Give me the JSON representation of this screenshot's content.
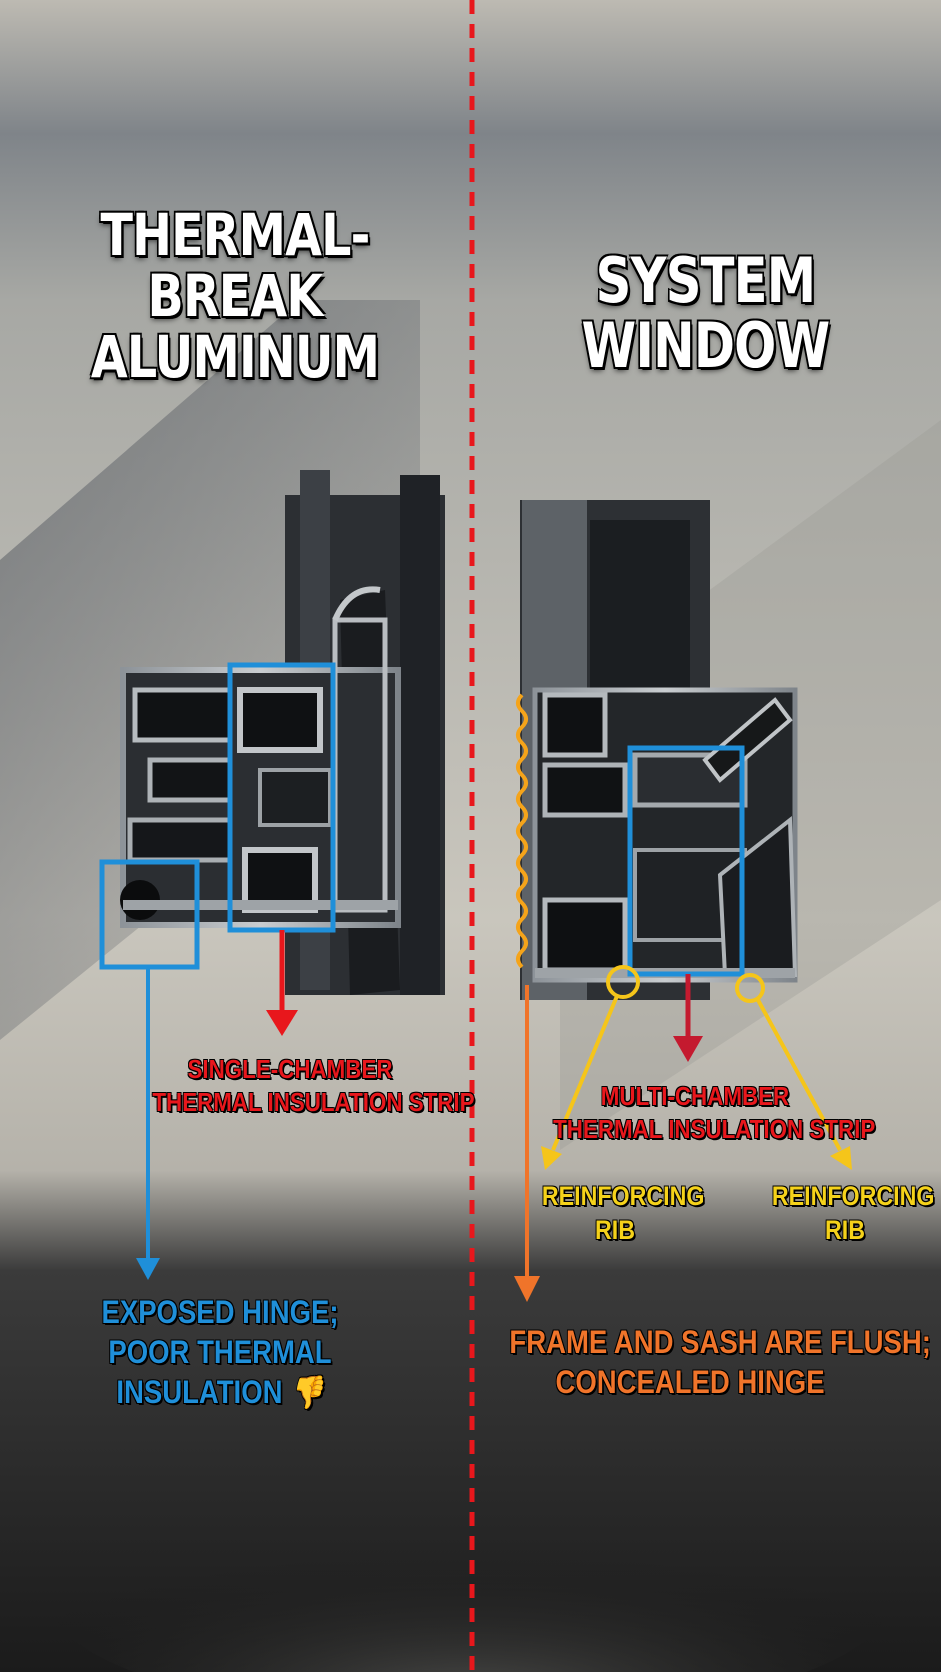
{
  "titles": {
    "left_line1": "THERMAL-BREAK",
    "left_line2": "ALUMINUM",
    "right": "SYSTEM WINDOW"
  },
  "labels": {
    "single_chamber": [
      "SINGLE-CHAMBER",
      "THERMAL INSULATION STRIP"
    ],
    "multi_chamber": [
      "MULTI-CHAMBER",
      "THERMAL INSULATION STRIP"
    ],
    "reinforcing_rib_left": [
      "REINFORCING",
      "RIB"
    ],
    "reinforcing_rib_right": [
      "REINFORCING",
      "RIB"
    ],
    "exposed_hinge": [
      "EXPOSED HINGE;",
      "POOR THERMAL",
      "INSULATION"
    ],
    "flush": [
      "FRAME AND SASH ARE FLUSH;",
      "CONCEALED HINGE"
    ]
  },
  "icons": {
    "thumbs_down": "thumbs-down-icon",
    "thumbs_down_glyph": "👎"
  },
  "colors": {
    "divider_red": "#e8171c",
    "annotation_blue": "#1f8fd9",
    "annotation_red": "#e8171c",
    "annotation_yellow": "#f5c51a",
    "annotation_orange": "#f0742a",
    "title_white": "#ffffff"
  }
}
